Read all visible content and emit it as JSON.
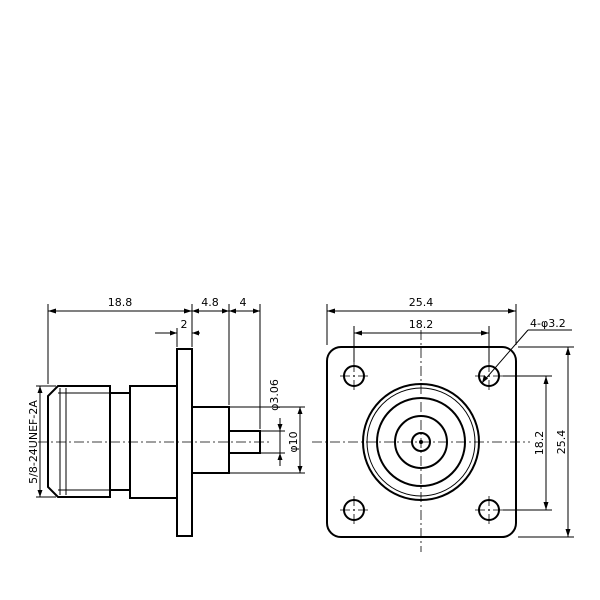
{
  "side_view": {
    "dim_overall": "18.8",
    "dim_flange_to_face": "4.8",
    "dim_pin": "4",
    "dim_flange": "2",
    "dim_pin_dia": "φ3.06",
    "dim_body_dia": "φ10",
    "thread_label": "5/8-24UNEF-2A"
  },
  "front_view": {
    "dim_width": "25.4",
    "dim_hole_spacing_h": "18.2",
    "dim_holes": "4-φ3.2",
    "dim_hole_spacing_v": "18.2",
    "dim_height": "25.4"
  }
}
